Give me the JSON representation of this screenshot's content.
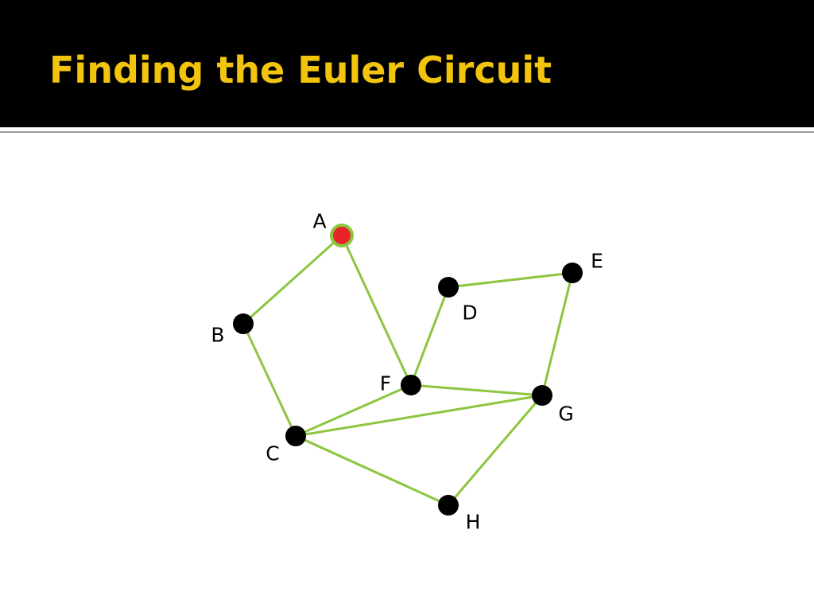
{
  "slide": {
    "title": "Finding the Euler Circuit"
  },
  "colors": {
    "title_bar": "#000000",
    "title_text": "#f2c40e",
    "edge": "#8cc63f",
    "node": "#000000",
    "start_node_fill": "#e8242a",
    "start_node_ring": "#8cc63f"
  },
  "graph": {
    "start_node": "A",
    "nodes": [
      {
        "id": "A",
        "label": "A"
      },
      {
        "id": "B",
        "label": "B"
      },
      {
        "id": "C",
        "label": "C"
      },
      {
        "id": "D",
        "label": "D"
      },
      {
        "id": "E",
        "label": "E"
      },
      {
        "id": "F",
        "label": "F"
      },
      {
        "id": "G",
        "label": "G"
      },
      {
        "id": "H",
        "label": "H"
      }
    ],
    "edges": [
      [
        "A",
        "B"
      ],
      [
        "A",
        "F"
      ],
      [
        "B",
        "C"
      ],
      [
        "C",
        "F"
      ],
      [
        "C",
        "G"
      ],
      [
        "C",
        "H"
      ],
      [
        "D",
        "F"
      ],
      [
        "D",
        "E"
      ],
      [
        "E",
        "G"
      ],
      [
        "F",
        "G"
      ],
      [
        "G",
        "H"
      ]
    ]
  }
}
